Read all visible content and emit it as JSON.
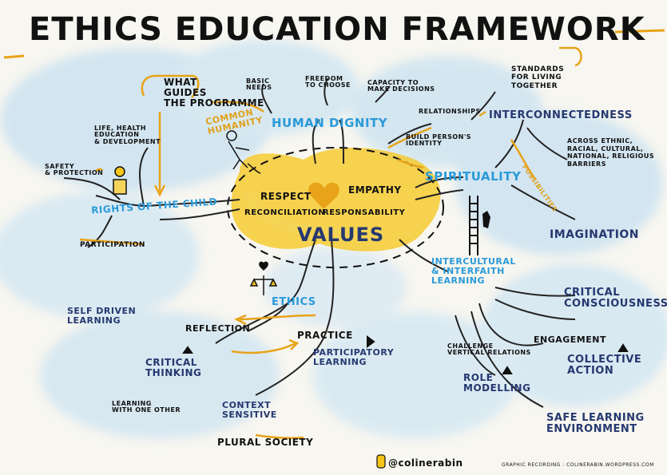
{
  "title": "ETHICS EDUCATION FRAMEWORK",
  "colors": {
    "sky": "#cde3f1",
    "yellow": "#f5c518",
    "orange": "#e8a318",
    "blue": "#2a9ad8",
    "navy": "#253870",
    "ink": "#111111"
  },
  "center": {
    "values": "VALUES",
    "respect": "RESPECT",
    "empathy": "EMPATHY",
    "reconciliation": "RECONCILIATION",
    "responsability": "RESPONSABILITY"
  },
  "guides": "WHAT\nGUIDES\nTHE PROGRAMME",
  "common_humanity": "COMMON\nHUMANITY",
  "human_dignity": {
    "label": "HUMAN DIGNITY",
    "basic_needs": "BASIC\nNEEDS",
    "freedom": "FREEDOM\nTO CHOOSE",
    "capacity": "CAPACITY TO\nMAKE DECISIONS"
  },
  "rights_child": {
    "label": "RIGHTS OF THE CHILD",
    "life": "LIFE, HEALTH\nEDUCATION\n& DEVELOPMENT",
    "safety": "SAFETY\n& PROTECTION",
    "participation": "PARTICIPATION"
  },
  "interconnectedness": {
    "label": "INTERCONNECTEDNESS",
    "standards": "STANDARDS\nFOR LIVING\nTOGETHER",
    "relationships": "RELATIONSHIPS",
    "build_identity": "BUILD PERSON'S\nIDENTITY",
    "across": "ACROSS ETHNIC,\nRACIAL, CULTURAL,\nNATIONAL, RELIGIOUS\nBARRIERS"
  },
  "spirituality": {
    "label": "SPIRITUALITY",
    "possibilities": "POSSIBILITIES",
    "imagination": "IMAGINATION"
  },
  "intercultural": {
    "label": "INTERCULTURAL\n& INTERFAITH\nLEARNING",
    "critical_consciousness": "CRITICAL\nCONSCIOUSNESS",
    "engagement": "ENGAGEMENT",
    "collective_action": "COLLECTIVE\nACTION",
    "challenge": "CHALLENGE\nVERTICAL RELATIONS",
    "role_modelling": "ROLE\nMODELLING",
    "safe_env": "SAFE LEARNING\nENVIRONMENT"
  },
  "ethics": {
    "label": "ETHICS",
    "self_driven": "SELF DRIVEN\nLEARNING",
    "reflection": "REFLECTION",
    "practice": "PRACTICE",
    "participatory": "PARTICIPATORY\nLEARNING",
    "critical_thinking": "CRITICAL\nTHINKING",
    "learning_others": "LEARNING\nWITH ONE OTHER",
    "context": "CONTEXT\nSENSITIVE",
    "plural": "PLURAL SOCIETY"
  },
  "credit": "@colinerabin",
  "credit_small": "GRAPHIC RECORDING : COLINERABIN.WORDPRESS.COM"
}
